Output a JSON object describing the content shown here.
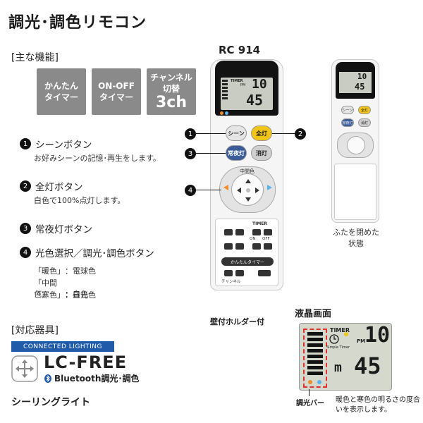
{
  "title": "調光･調色リモコン",
  "features": {
    "heading": "[主な機能]",
    "tiles": [
      {
        "line1": "かんたん",
        "line2": "タイマー"
      },
      {
        "line1": "ON-OFF",
        "line2": "タイマー"
      },
      {
        "line1": "チャンネル",
        "line2": "切替",
        "line3": "3ch"
      }
    ],
    "items": [
      {
        "number": "1",
        "label": "シーンボタン",
        "desc": "お好みシーンの記憶･再生をします。"
      },
      {
        "number": "2",
        "label": "全灯ボタン",
        "desc": "白色で100%点灯します。"
      },
      {
        "number": "3",
        "label": "常夜灯ボタン"
      },
      {
        "number": "4",
        "label": "光色選択／調光･調色ボタン"
      }
    ],
    "colors": [
      {
        "name": "「暖色」",
        "value": "：電球色"
      },
      {
        "name": "「中間色」",
        "value": "：白色"
      },
      {
        "name": "「寒色」",
        "value": "：昼光色"
      }
    ]
  },
  "compatible": {
    "heading": "[対応器具]",
    "badge": "CONNECTED LIGHTING",
    "logo_text": "LC-FREE",
    "bluetooth_word": "Bluetooth",
    "bluetooth_suffix": "調光･調色",
    "product": "シーリングライト"
  },
  "remote": {
    "model": "RC 914",
    "lcd": {
      "timer": "TIMER",
      "pm": "PM",
      "hour": "10",
      "minute": "45"
    },
    "buttons": {
      "scene": "シーン",
      "full": "全灯",
      "night": "常夜灯",
      "off": "消灯",
      "intermediate": "中間色"
    },
    "cover": {
      "timer": "TIMER",
      "on_timer": "ON",
      "off_timer": "OFF",
      "easy_timer": "かんたんタイマー",
      "channel": "チャンネル"
    },
    "callouts": [
      "1",
      "2",
      "3",
      "4"
    ]
  },
  "holder_caption": "壁付ホルダー付",
  "closed_remote": {
    "buttons": {
      "scene": "シーン",
      "full": "全灯",
      "night": "常夜灯",
      "off": "消灯"
    },
    "caption_line1": "ふたを閉めた",
    "caption_line2": "状態"
  },
  "lcd_detail": {
    "heading": "液晶画面",
    "timer": "TIMER",
    "simple_timer": "Simple Timer",
    "pm": "PM",
    "hour": "10",
    "minute": "45",
    "min_unit": "m",
    "dim_label": "調光バー",
    "dim_desc": "暖色と寒色の明るさの度合いを表示します。"
  },
  "colors": {
    "tile_gray": "#8a8a8a",
    "badge_blue": "#1f5ba8",
    "full_yellow": "#f0c418",
    "night_blue": "#3a5c99",
    "dim_red": "#e0322c",
    "warm_orange": "#f08a2a",
    "cool_blue": "#5ab4e8"
  }
}
